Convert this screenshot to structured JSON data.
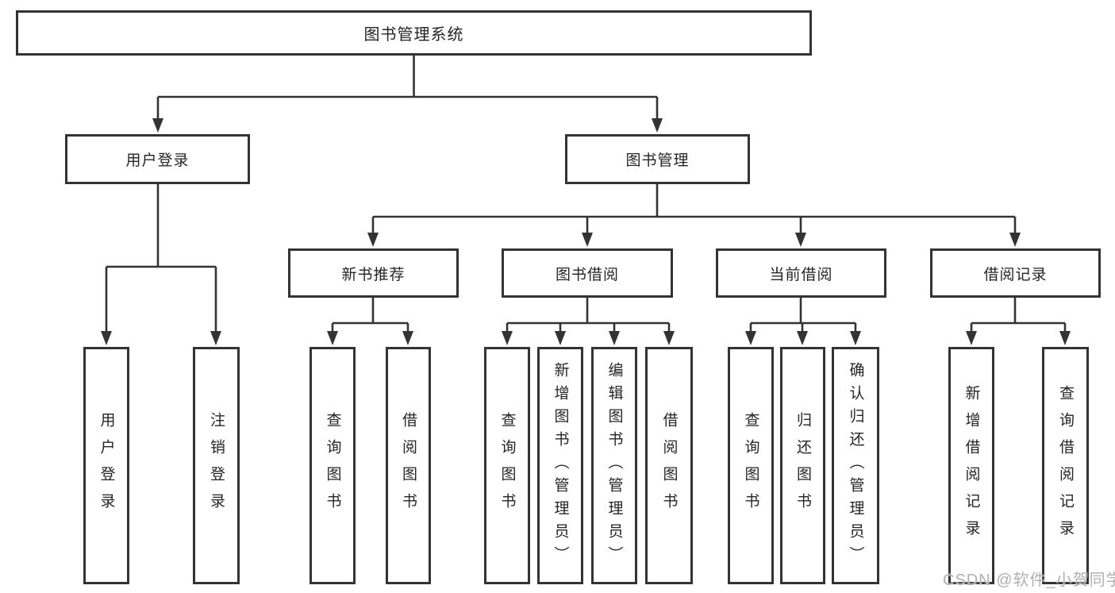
{
  "diagram": {
    "title": "图书管理系统",
    "level2": {
      "user_login": "用户登录",
      "book_management": "图书管理"
    },
    "level3": {
      "new_book": "新书推荐",
      "borrow": "图书借阅",
      "current": "当前借阅",
      "records": "借阅记录"
    },
    "leaves": {
      "user_login": [
        "用户登录",
        "注销登录"
      ],
      "new_book": [
        "查询图书",
        "借阅图书"
      ],
      "borrow": [
        "查询图书",
        "新增图书（管理员）",
        "编辑图书（管理员）",
        "借阅图书"
      ],
      "current": [
        "查询图书",
        "归还图书",
        "确认归还（管理员）"
      ],
      "records": [
        "新增借阅记录",
        "查询借阅记录"
      ]
    }
  },
  "watermark": "CSDN @软件_小贺同学",
  "colors": {
    "line": "#333333",
    "text": "#252525",
    "box_background": "#ffffff",
    "watermark": "#b0b0b0",
    "background": "#ffffff"
  }
}
